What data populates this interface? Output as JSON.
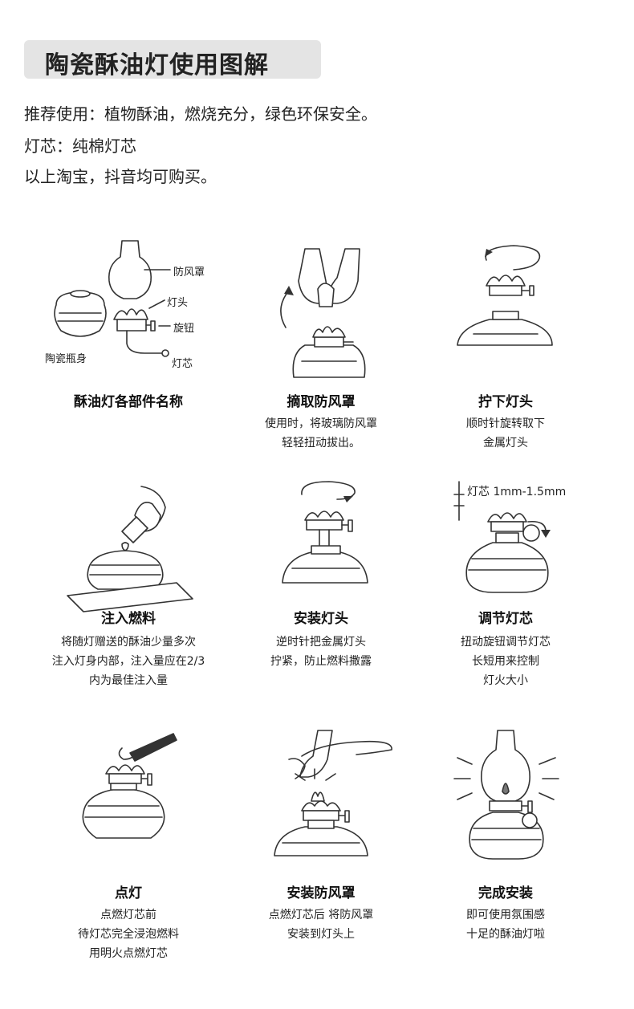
{
  "header": {
    "title": "陶瓷酥油灯使用图解"
  },
  "intro": {
    "line1": "推荐使用：植物酥油，燃烧充分，绿色环保安全。",
    "line2": "灯芯：纯棉灯芯",
    "line3": "以上淘宝，抖音均可购买。"
  },
  "parts_labels": {
    "windshield": "防风罩",
    "lamp_head": "灯头",
    "knob": "旋钮",
    "body": "陶瓷瓶身",
    "wick": "灯芯"
  },
  "wick_height_label": "灯芯 1mm-1.5mm",
  "steps": [
    {
      "title": "酥油灯各部件名称",
      "desc": []
    },
    {
      "title": "摘取防风罩",
      "desc": [
        "使用时，将玻璃防风罩",
        "轻轻扭动拔出。"
      ]
    },
    {
      "title": "拧下灯头",
      "desc": [
        "顺时针旋转取下",
        "金属灯头"
      ]
    },
    {
      "title": "注入燃料",
      "desc": [
        "将随灯赠送的酥油少量多次",
        "注入灯身内部，注入量应在2/3",
        "内为最佳注入量"
      ]
    },
    {
      "title": "安装灯头",
      "desc": [
        "逆时针把金属灯头",
        "拧紧，防止燃料撒露"
      ]
    },
    {
      "title": "调节灯芯",
      "desc": [
        "扭动旋钮调节灯芯",
        "长短用来控制",
        "灯火大小"
      ]
    },
    {
      "title": "点灯",
      "desc": [
        "点燃灯芯前",
        "待灯芯完全浸泡燃料",
        "用明火点燃灯芯"
      ]
    },
    {
      "title": "安装防风罩",
      "desc": [
        "点燃灯芯后 将防风罩",
        "安装到灯头上"
      ]
    },
    {
      "title": "完成安装",
      "desc": [
        "即可使用氛围感",
        "十足的酥油灯啦"
      ]
    }
  ]
}
